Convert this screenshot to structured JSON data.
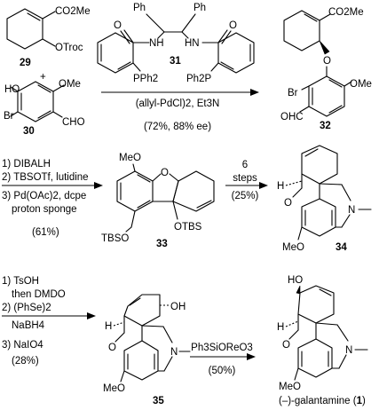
{
  "compounds": {
    "c29": {
      "number": "29",
      "substituents": {
        "ester": "CO2Me",
        "carbonate": "OTroc"
      }
    },
    "plus": "+",
    "c30": {
      "number": "30",
      "substituents": {
        "methoxy": "OMe",
        "hydroxy": "HO",
        "bromo": "Br",
        "aldehyde": "CHO"
      }
    },
    "c31": {
      "number": "31",
      "labels": {
        "ph_left": "Ph",
        "ph_right": "Ph",
        "nh_left": "NH",
        "hn_right": "HN",
        "o_left": "O",
        "o_right": "O",
        "pph2_left": "PPh2",
        "ph2p_right": "Ph2P"
      }
    },
    "c32": {
      "number": "32",
      "substituents": {
        "ester": "CO2Me",
        "ether_o": "O",
        "bromo": "Br",
        "methoxy": "OMe",
        "aldehyde": "OHC"
      }
    },
    "c33": {
      "number": "33",
      "substituents": {
        "methoxy": "MeO",
        "ring_o": "O",
        "otbs": "OTBS",
        "tbso": "TBSO"
      }
    },
    "c34": {
      "number": "34",
      "substituents": {
        "h": "H",
        "ring_o": "O",
        "n": "N",
        "methoxy": "MeO"
      }
    },
    "c35": {
      "number": "35",
      "substituents": {
        "oh": "OH",
        "h": "H",
        "ring_o": "O",
        "n": "N",
        "methoxy": "MeO"
      }
    },
    "galantamine": {
      "name": "(–)-galantamine (",
      "number": "1",
      "close": ")",
      "substituents": {
        "ho": "HO",
        "h": "H",
        "ring_o": "O",
        "n": "N",
        "methoxy": "MeO"
      }
    }
  },
  "steps": {
    "step1": {
      "reagents": "(allyl-PdCl)2, Et3N",
      "yield": "(72%, 88% ee)"
    },
    "step2": {
      "lines": [
        "1) DIBALH",
        "2) TBSOTf, lutidine",
        "3) Pd(OAc)2, dcpe",
        "proton sponge",
        "(61%)"
      ]
    },
    "step3": {
      "lines": [
        "6",
        "steps",
        "(25%)"
      ]
    },
    "step4": {
      "lines": [
        "1) TsOH",
        "then DMDO",
        "2) (PhSe)2",
        "NaBH4",
        "3) NaIO4",
        "(28%)"
      ]
    },
    "step5": {
      "reagents": "Ph3SiOReO3",
      "yield": "(50%)"
    }
  }
}
